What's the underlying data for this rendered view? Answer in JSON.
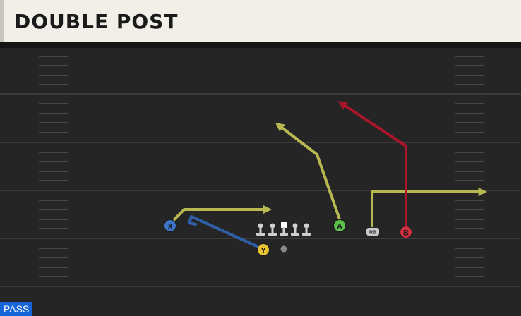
{
  "play": {
    "title": "DOUBLE POST",
    "type_badge": "PASS"
  },
  "colors": {
    "field": "#252525",
    "yard_line": "#3b3b3b",
    "hash": "#464646",
    "route_yellow": "#b7b852",
    "route_red": "#a9162c",
    "route_blue": "#2f5fa5",
    "lineman": "#cfcfcf",
    "ball": "#8a8a8a"
  },
  "players": {
    "x": {
      "label": "X",
      "color": "#3c74c8"
    },
    "y": {
      "label": "Y",
      "color": "#e6c332"
    },
    "a": {
      "label": "A",
      "color": "#5cc24a"
    },
    "b": {
      "label": "B",
      "color": "#d3303f"
    },
    "rb": {
      "label": "RB",
      "color": "#c9c9c9"
    }
  }
}
